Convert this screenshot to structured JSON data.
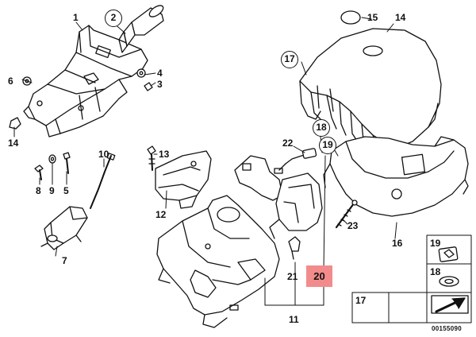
{
  "diagram": {
    "callouts": {
      "c1": "1",
      "c2": "2",
      "c3": "3",
      "c4": "4",
      "c5": "5",
      "c6": "6",
      "c7": "7",
      "c8": "8",
      "c9": "9",
      "c10": "10",
      "c11": "11",
      "c12": "12",
      "c13": "13",
      "c14a": "14",
      "c14b": "14",
      "c15": "15",
      "c16": "16",
      "c17": "17",
      "c17b": "17",
      "c18": "18",
      "c18b": "18",
      "c19": "19",
      "c19b": "19",
      "c20": "20",
      "c21": "21",
      "c22": "22",
      "c23": "23"
    },
    "highlight_color": "#f28b8b",
    "reference_number": "00155090"
  }
}
